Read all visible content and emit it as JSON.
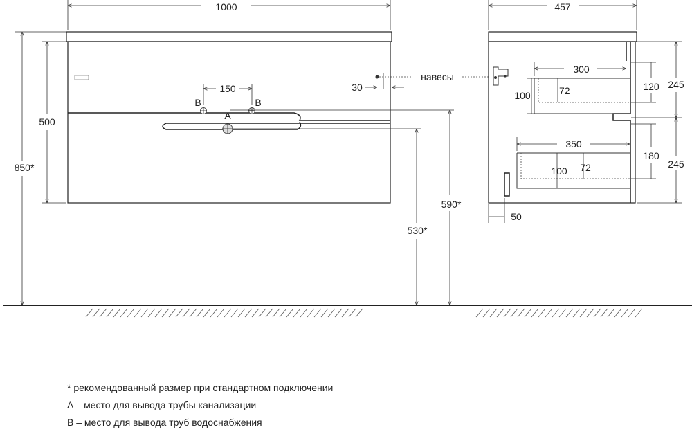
{
  "front_view": {
    "width": "1000",
    "height_body": "500",
    "total_height": "850*",
    "pipe_spacing": "150",
    "label_b": "B",
    "label_a": "A",
    "hinge_offset": "30",
    "dim_590": "590*",
    "dim_530": "530*"
  },
  "side_view": {
    "depth": "457",
    "upper_drawer_height": "245",
    "lower_drawer_height": "245",
    "upper_depth": "300",
    "upper_inner_h": "100",
    "upper_offset": "72",
    "upper_clear": "120",
    "lower_depth": "350",
    "lower_inner_h": "100",
    "lower_offset": "72",
    "lower_clear": "180",
    "bottom_offset": "50",
    "hinges_label": "навесы"
  },
  "notes": [
    "* рекомендованный размер при стандартном подключении",
    "A – место для вывода трубы канализации",
    "B – место для вывода труб водоснабжения"
  ]
}
